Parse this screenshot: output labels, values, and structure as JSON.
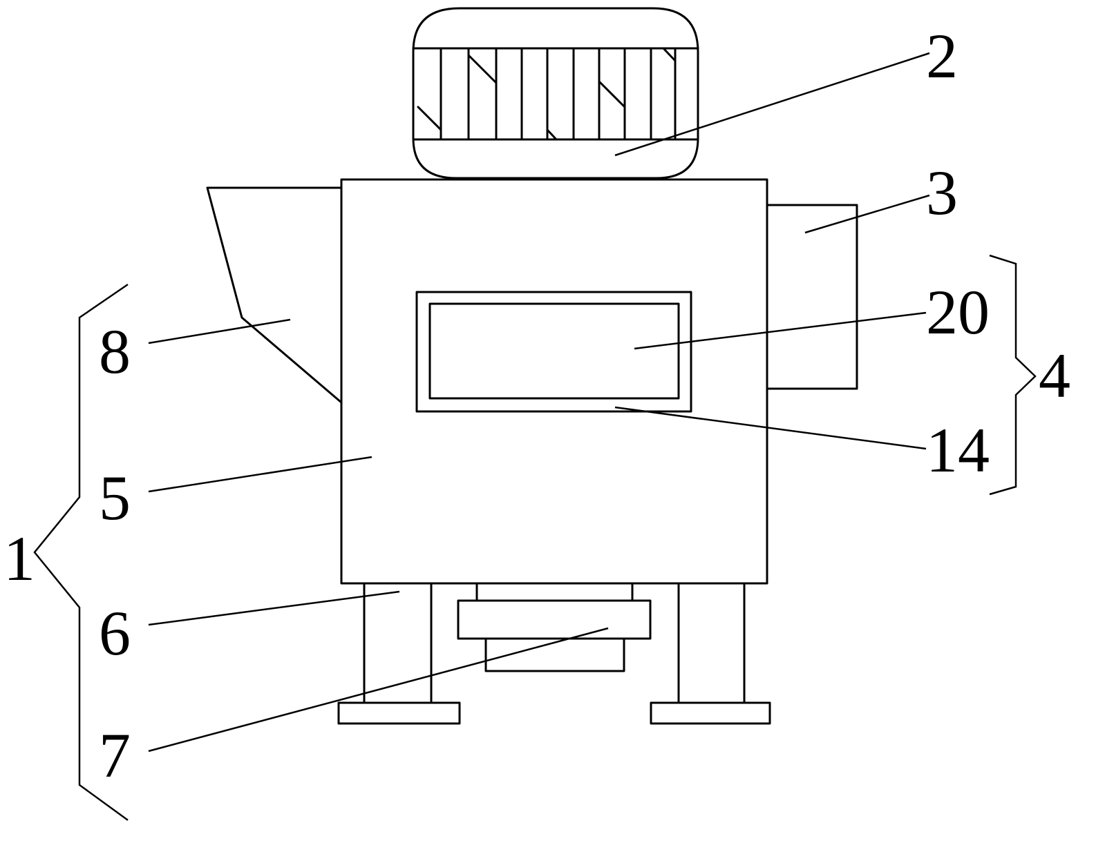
{
  "labels": {
    "l1": "1",
    "l2": "2",
    "l3": "3",
    "l4": "4",
    "l5": "5",
    "l6": "6",
    "l7": "7",
    "l8": "8",
    "l14": "14",
    "l20": "20"
  },
  "colors": {
    "line": "#000000",
    "background": "#ffffff"
  }
}
